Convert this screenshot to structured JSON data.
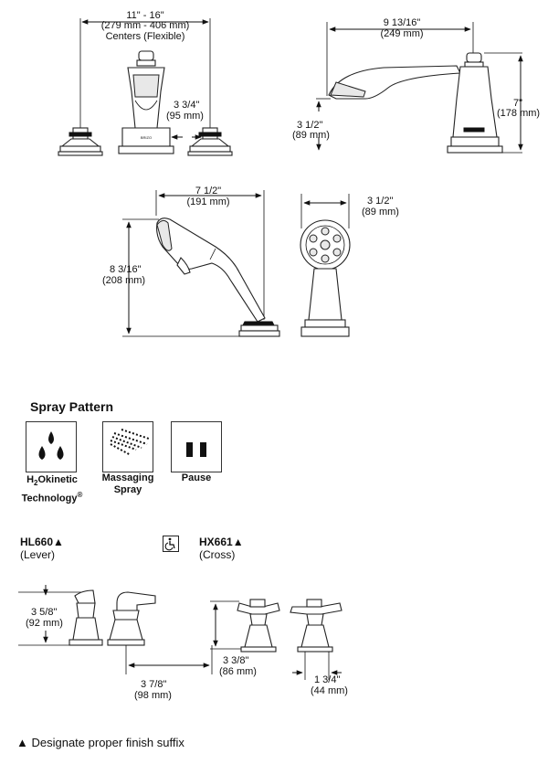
{
  "dimensions": {
    "centers": {
      "line1": "11\" - 16\"",
      "line2": "(279 mm - 406 mm)",
      "line3": "Centers (Flexible)"
    },
    "handle_height": {
      "line1": "3 3/4\"",
      "line2": "(95 mm)"
    },
    "spout_reach": {
      "line1": "9 13/16\"",
      "line2": "(249 mm)"
    },
    "spout_height": {
      "line1": "7\"",
      "line2": "(178 mm)"
    },
    "spout_outlet": {
      "line1": "3 1/2\"",
      "line2": "(89 mm)"
    },
    "handshower_width": {
      "line1": "7 1/2\"",
      "line2": "(191 mm)"
    },
    "handshower_height": {
      "line1": "8 3/16\"",
      "line2": "(208 mm)"
    },
    "handshower_face": {
      "line1": "3 1/2\"",
      "line2": "(89 mm)"
    },
    "lever_height": {
      "line1": "3 5/8\"",
      "line2": "(92 mm)"
    },
    "lever_reach": {
      "line1": "3 7/8\"",
      "line2": "(98 mm)"
    },
    "cross_height": {
      "line1": "3 3/8\"",
      "line2": "(86 mm)"
    },
    "cross_width": {
      "line1": "1 3/4\"",
      "line2": "(44 mm)"
    }
  },
  "spout_logo": "BRIZO",
  "spray_pattern": {
    "title": "Spray Pattern",
    "items": [
      {
        "icon": "water-drops-icon",
        "label_pre": "H",
        "label_sub": "2",
        "label_post": "Okinetic",
        "label_line2": "Technology",
        "label_sup": "®"
      },
      {
        "icon": "massage-spray-icon",
        "label_line1": "Massaging",
        "label_line2": "Spray"
      },
      {
        "icon": "pause-icon",
        "label_line1": "Pause"
      }
    ]
  },
  "models": {
    "lever": {
      "code": "HL660▲",
      "type": "(Lever)"
    },
    "cross": {
      "code": "HX661▲",
      "type": "(Cross)"
    },
    "ada_icon": "wheelchair-accessible-icon"
  },
  "footnote": "▲ Designate proper finish suffix"
}
